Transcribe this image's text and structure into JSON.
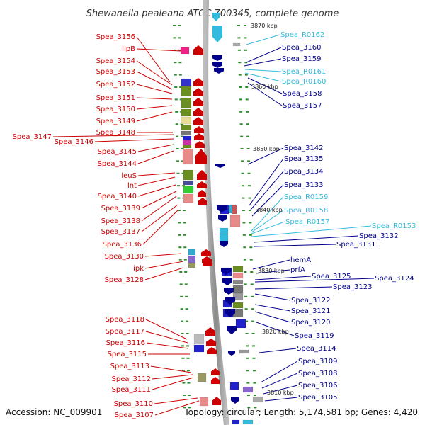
{
  "title": "Shewanella pealeana ATCC 700345, complete genome",
  "footer": {
    "accession": "Accession: NC_009901",
    "summary": "Topology: circular; Length: 5,174,581 bp; Genes: 4,420"
  },
  "kbp_labels": [
    "3870 kbp",
    "3860 kbp",
    "3850 kbp",
    "3840 kbp",
    "3830 kbp",
    "3820 kbp",
    "3810 kbp"
  ],
  "left_genes": [
    "Spea_3156",
    "lipB",
    "Spea_3154",
    "Spea_3153",
    "Spea_3152",
    "Spea_3151",
    "Spea_3150",
    "Spea_3149",
    "Spea_3148",
    "Spea_3147",
    "Spea_3146",
    "Spea_3145",
    "Spea_3144",
    "leuS",
    "lnt",
    "Spea_3140",
    "Spea_3139",
    "Spea_3138",
    "Spea_3137",
    "Spea_3136",
    "Spea_3130",
    "ipk",
    "Spea_3128",
    "Spea_3118",
    "Spea_3117",
    "Spea_3116",
    "Spea_3115",
    "Spea_3113",
    "Spea_3112",
    "Spea_3111",
    "Spea_3110",
    "Spea_3107"
  ],
  "right_genes": [
    "Spea_R0162",
    "Spea_3160",
    "Spea_3159",
    "Spea_R0161",
    "Spea_R0160",
    "Spea_3158",
    "Spea_3157",
    "Spea_3142",
    "Spea_3135",
    "Spea_3134",
    "Spea_3133",
    "Spea_R0159",
    "Spea_R0158",
    "Spea_R0157",
    "Spea_R0153",
    "Spea_3132",
    "Spea_3131",
    "hemA",
    "prfA",
    "Spea_3125",
    "Spea_3124",
    "Spea_3123",
    "Spea_3122",
    "Spea_3121",
    "Spea_3120",
    "Spea_3119",
    "Spea_3114",
    "Spea_3109",
    "Spea_3108",
    "Spea_3106",
    "Spea_3105"
  ],
  "colors": {
    "forward_strand": "#cc0000",
    "reverse_strand": "#00008b",
    "rna": "#33bbdd",
    "backbone": "#999999",
    "tick": "#2e8b2e"
  }
}
